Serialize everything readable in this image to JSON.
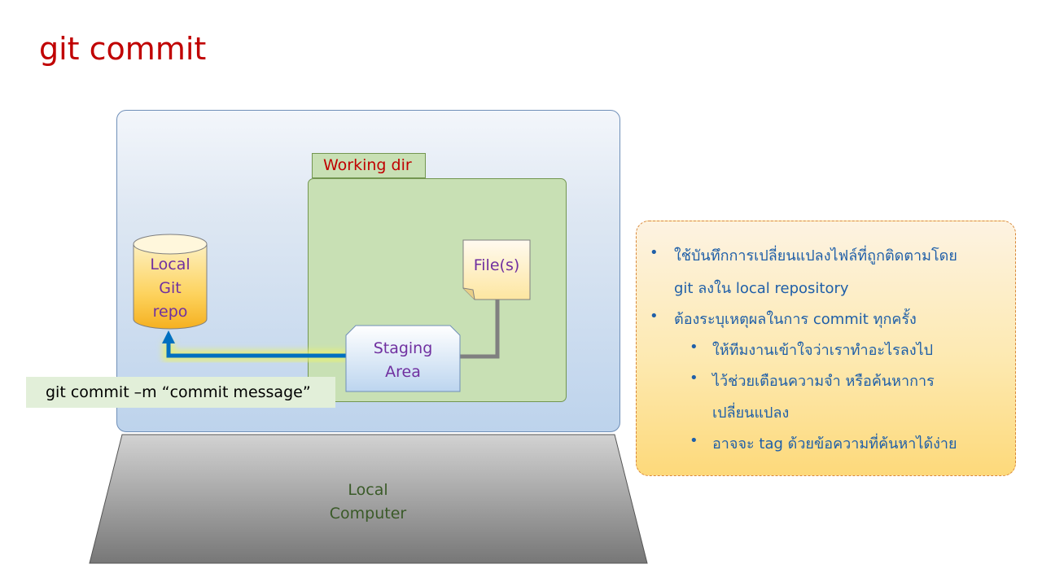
{
  "title": "git commit",
  "computer": {
    "label_line1": "Local",
    "label_line2": "Computer"
  },
  "working_dir": {
    "label": "Working dir"
  },
  "repo": {
    "line1": "Local",
    "line2": "Git",
    "line3": "repo"
  },
  "file": {
    "label": "File(s)"
  },
  "staging": {
    "line1": "Staging",
    "line2": "Area"
  },
  "command": "git commit –m “commit message”",
  "notes": {
    "item1_line1": "ใช้บันทึกการเปลี่ยนแปลงไฟล์ที่ถูกติดตามโดย",
    "item1_line2": "git ลงใน local repository",
    "item2": "ต้องระบุเหตุผลในการ commit ทุกครั้ง",
    "sub1": "ให้ทีมงานเข้าใจว่าเราทำอะไรลงไป",
    "sub2_line1": "ไว้ช่วยเตือนความจำ หรือค้นหาการ",
    "sub2_line2": "เปลี่ยนแปลง",
    "sub3": "อาจจะ tag ด้วยข้อความที่ค้นหาได้ง่าย"
  },
  "colors": {
    "title": "#c00000",
    "note_text": "#1f5fa8",
    "shape_text": "#7030a0",
    "arrow": "#0070c0",
    "arrow_glow": "#e6f07a",
    "connector": "#808080"
  },
  "icons": {
    "bullet": "•"
  }
}
